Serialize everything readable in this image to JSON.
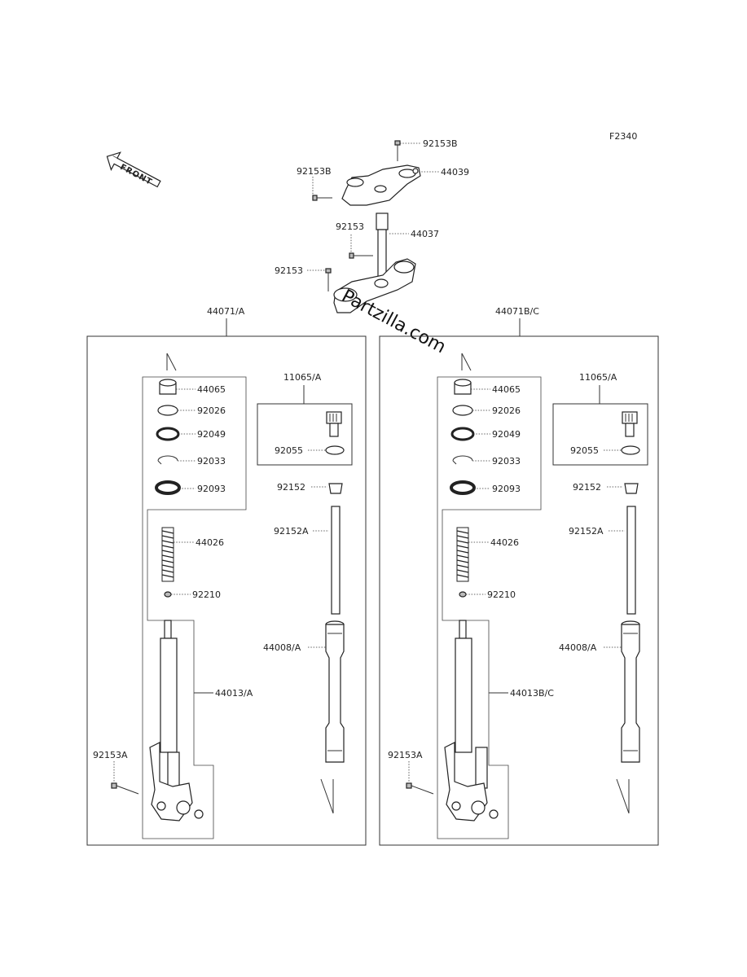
{
  "figure_code": "F2340",
  "front_label": "FRONT",
  "watermark": "Partzilla.com",
  "top": {
    "c92153B_top": "92153B",
    "c92153B_left": "92153B",
    "c44039": "44039",
    "c92153_a": "92153",
    "c44037": "44037",
    "c92153_b": "92153"
  },
  "left": {
    "assembly": "44071/A",
    "c44065": "44065",
    "c92026": "92026",
    "c92049": "92049",
    "c92033": "92033",
    "c92093": "92093",
    "c44026": "44026",
    "c92210": "92210",
    "tube": "44013/A",
    "c92153A": "92153A",
    "cap_group": "11065/A",
    "c92055": "92055",
    "c92152": "92152",
    "c92152A": "92152A",
    "outer": "44008/A"
  },
  "right": {
    "assembly": "44071B/C",
    "c44065": "44065",
    "c92026": "92026",
    "c92049": "92049",
    "c92033": "92033",
    "c92093": "92093",
    "c44026": "44026",
    "c92210": "92210",
    "tube": "44013B/C",
    "c92153A": "92153A",
    "cap_group": "11065/A",
    "c92055": "92055",
    "c92152": "92152",
    "c92152A": "92152A",
    "outer": "44008/A"
  }
}
